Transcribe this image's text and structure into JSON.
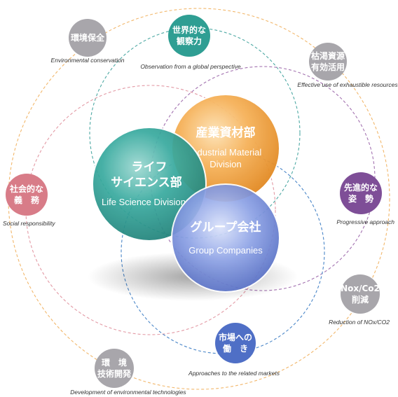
{
  "diagram": {
    "colors": {
      "gray": "#a8a6ab",
      "teal": "#2f9e93",
      "pink": "#d87c88",
      "purple": "#7e4e97",
      "orange": "#ef9d33",
      "blue": "#4f6fc6",
      "ring_orange": "#f2b76b",
      "ring_purple": "#a372b0",
      "ring_teal": "#4ea9a4",
      "ring_blue": "#4a86c8",
      "ring_pink": "#e39aa5"
    },
    "divisions": {
      "industrial": {
        "jp": "産業資材部",
        "en_line1": "Industrial Material",
        "en_line2": "Division"
      },
      "life": {
        "jp_line1": "ライフ",
        "jp_line2": "サイエンス部",
        "en": "Life Science Division"
      },
      "group": {
        "jp": "グループ会社",
        "en": "Group Companies"
      }
    },
    "nodes": {
      "environmental_conservation": {
        "jp": "環境保全",
        "caption": "Environmental conservation"
      },
      "global_observation": {
        "jp_line1": "世界的な",
        "jp_line2": "観察力",
        "caption": "Observation from a global perspective"
      },
      "exhaustible_resources": {
        "jp_line1": "枯渇資源",
        "jp_line2": "有効活用",
        "caption": "Effective use of exhaustible resources"
      },
      "social_responsibility": {
        "jp_line1": "社会的な",
        "jp_line2": "義　務",
        "caption": "Social responsibility"
      },
      "progressive_approach": {
        "jp_line1": "先進的な",
        "jp_line2": "姿　勢",
        "caption": "Progressive approach"
      },
      "nox_co2": {
        "jp_line1": "Nox/Co2",
        "jp_line2": "削減",
        "caption": "Reduction of NOx/CO2"
      },
      "related_markets": {
        "jp_line1": "市場への",
        "jp_line2": "働　き",
        "caption": "Approaches to the related markets"
      },
      "environmental_tech": {
        "jp_line1": "環　境",
        "jp_line2": "技術開発",
        "caption": "Development of environmental technologies"
      }
    }
  }
}
